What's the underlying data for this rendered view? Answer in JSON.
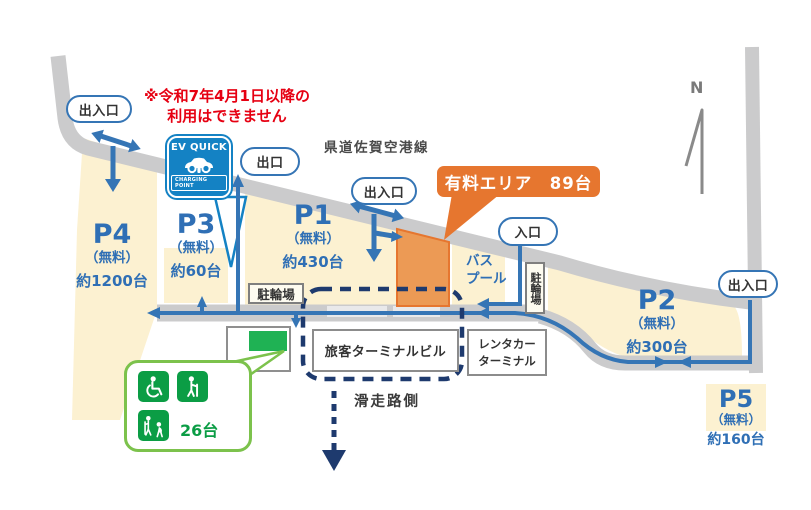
{
  "colors": {
    "route_blue": "#3575B5",
    "label_blue": "#2F6FB5",
    "navy": "#1E3A6E",
    "orange": "#E6762F",
    "green_dark": "#0B9D45",
    "green_border": "#7CC24C",
    "green_bright": "#1FB254",
    "red": "#E60012",
    "parking_beige": "#FCF1D1",
    "road_gray": "#CBCBCC",
    "ev_blue": "#1482C4"
  },
  "notice": {
    "line1": "※令和7年4月1日以降の",
    "line2": "利用はできません"
  },
  "road_name": "県道佐賀空港線",
  "compass_n": "N",
  "gates": {
    "top_left": "出入口",
    "exit": "出口",
    "mid": "出入口",
    "entrance": "入口",
    "right": "出入口"
  },
  "paid_area_label": "有料エリア　89台",
  "ev_sign": {
    "title": "EV QUICK",
    "subtitle": "CHARGING POINT"
  },
  "parking_lots": [
    {
      "id": "P4",
      "fee": "（無料）",
      "capacity": "約1200台"
    },
    {
      "id": "P3",
      "fee": "（無料）",
      "capacity": "約60台"
    },
    {
      "id": "P1",
      "fee": "（無料）",
      "capacity": "約430台"
    },
    {
      "id": "P2",
      "fee": "（無料）",
      "capacity": "約300台"
    },
    {
      "id": "P5",
      "fee": "（無料）",
      "capacity": "約160台"
    }
  ],
  "facilities": {
    "bicycle_parking_1": "駐輪場",
    "bicycle_parking_2": "駐輪場",
    "bus_pool_line1": "バス",
    "bus_pool_line2": "プール",
    "terminal": "旅客ターミナルビル",
    "rental_car_line1": "レンタカー",
    "rental_car_line2": "ターミナル",
    "runway_side": "滑走路側"
  },
  "priority_parking": {
    "capacity": "26台",
    "icons": [
      "wheelchair-icon",
      "elderly-icon",
      "mother-child-icon"
    ]
  }
}
